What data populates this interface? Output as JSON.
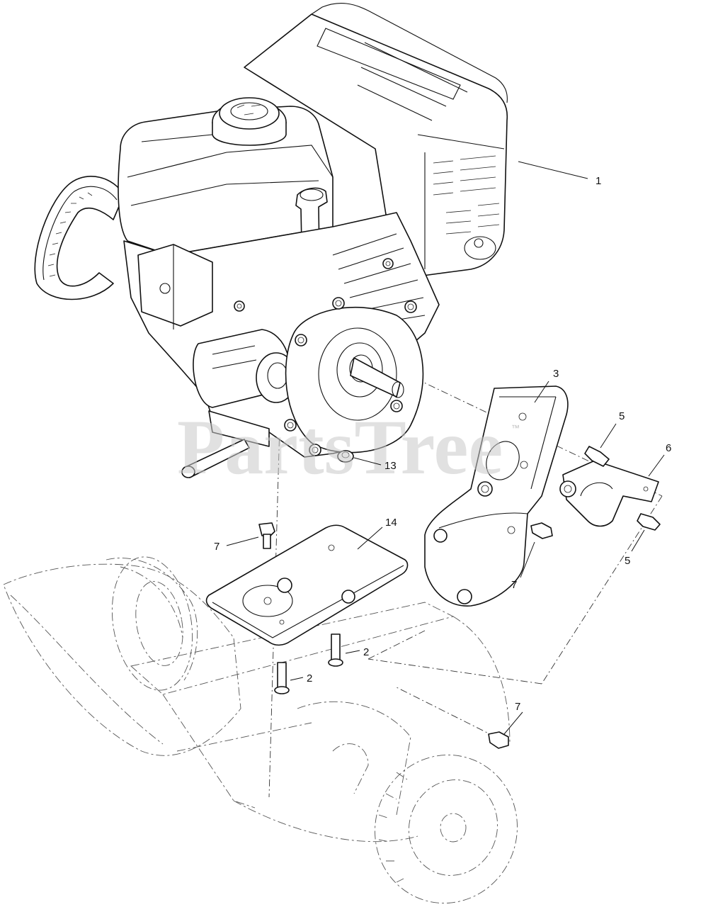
{
  "watermark": {
    "text": "PartsTree",
    "trademark": "™"
  },
  "callouts": [
    {
      "id": "callout-1",
      "label": "1"
    },
    {
      "id": "callout-3",
      "label": "3"
    },
    {
      "id": "callout-5a",
      "label": "5"
    },
    {
      "id": "callout-6",
      "label": "6"
    },
    {
      "id": "callout-13",
      "label": "13"
    },
    {
      "id": "callout-14",
      "label": "14"
    },
    {
      "id": "callout-7a",
      "label": "7"
    },
    {
      "id": "callout-5b",
      "label": "5"
    },
    {
      "id": "callout-7b",
      "label": "7"
    },
    {
      "id": "callout-2a",
      "label": "2"
    },
    {
      "id": "callout-2b",
      "label": "2"
    },
    {
      "id": "callout-7c",
      "label": "7"
    }
  ],
  "parts": {
    "engine": "engine-assembly",
    "mount_plate": "engine-mount-bracket",
    "clip_bracket": "retainer-bracket",
    "base_plate": "engine-base-plate",
    "housing": "snowthrower-frame-ghosted"
  }
}
